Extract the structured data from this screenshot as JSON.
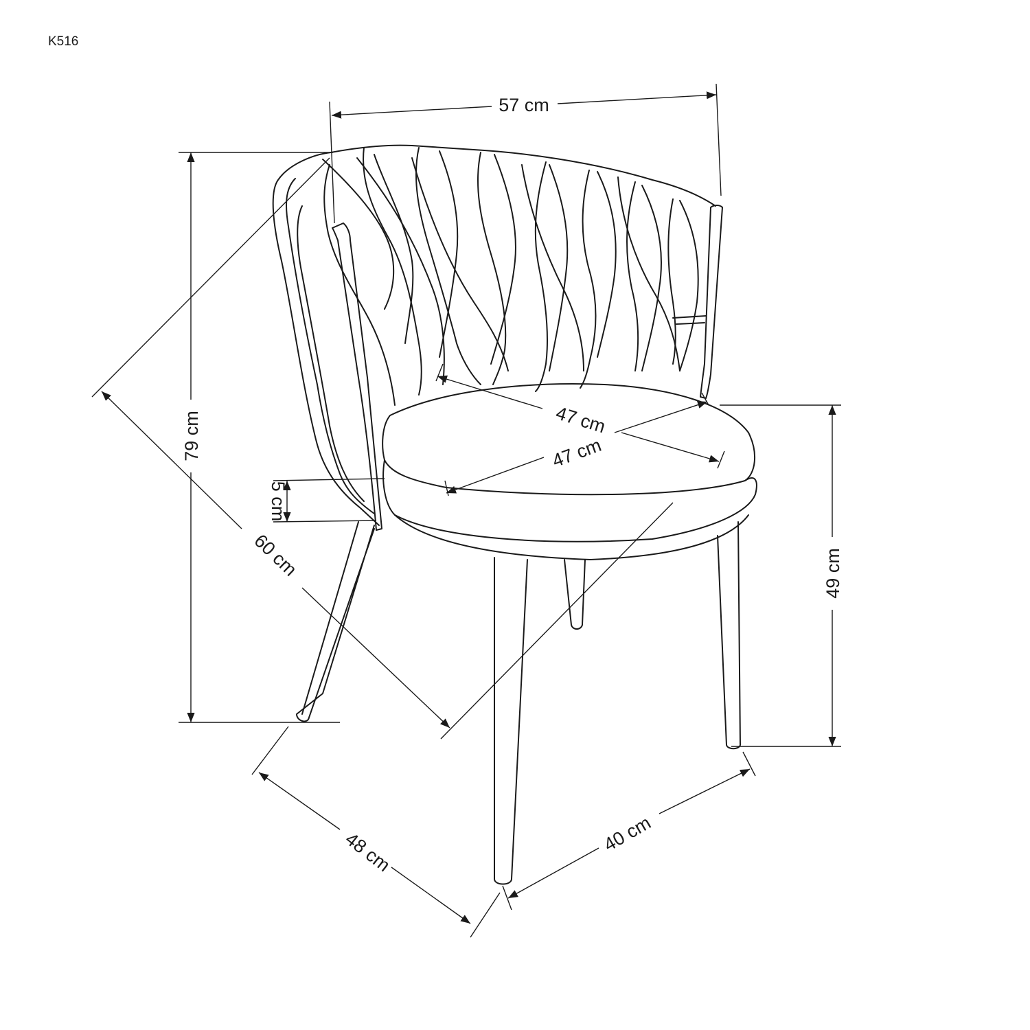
{
  "product_code": "K516",
  "dimensions": {
    "width": "57 cm",
    "height": "79 cm",
    "seat_height": "49 cm",
    "depth": "60 cm",
    "seat_width": "47 cm",
    "seat_depth": "47 cm",
    "seat_thickness": "5 cm",
    "base_depth": "48 cm",
    "base_width": "40 cm"
  },
  "colors": {
    "line": "#1a1a1a",
    "background": "#ffffff"
  }
}
